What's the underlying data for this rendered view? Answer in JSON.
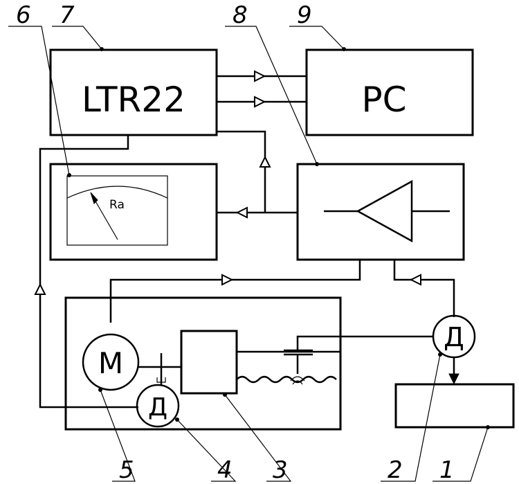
{
  "blocks": {
    "adc": "LTR22",
    "pc": "PC",
    "meter_scale": "Ra",
    "motor": "M",
    "sensor_small": "Д",
    "sensor_large": "Д"
  },
  "callouts": [
    "6",
    "7",
    "8",
    "9",
    "5",
    "4",
    "3",
    "2",
    "1"
  ]
}
